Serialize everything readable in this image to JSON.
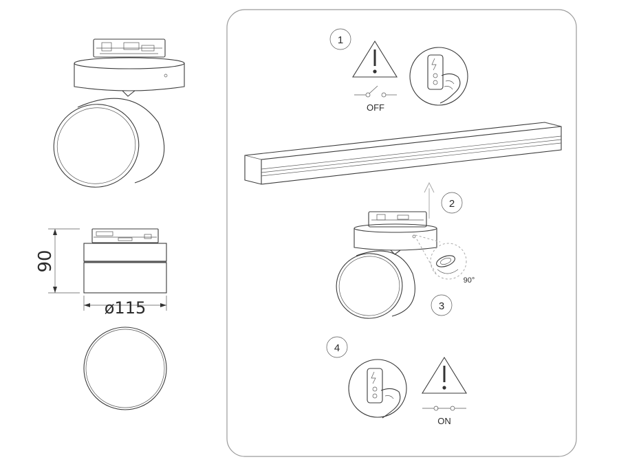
{
  "dimensions": {
    "height": "90",
    "diameter": "ø115"
  },
  "steps": [
    {
      "number": "1"
    },
    {
      "number": "2"
    },
    {
      "number": "3"
    },
    {
      "number": "4"
    }
  ],
  "labels": {
    "off": "OFF",
    "on": "ON",
    "angle": "90°"
  },
  "icons": [
    "warning-triangle-icon",
    "switch-off-icon",
    "switch-on-icon",
    "hand-switch-icon",
    "arrow-up-icon"
  ]
}
